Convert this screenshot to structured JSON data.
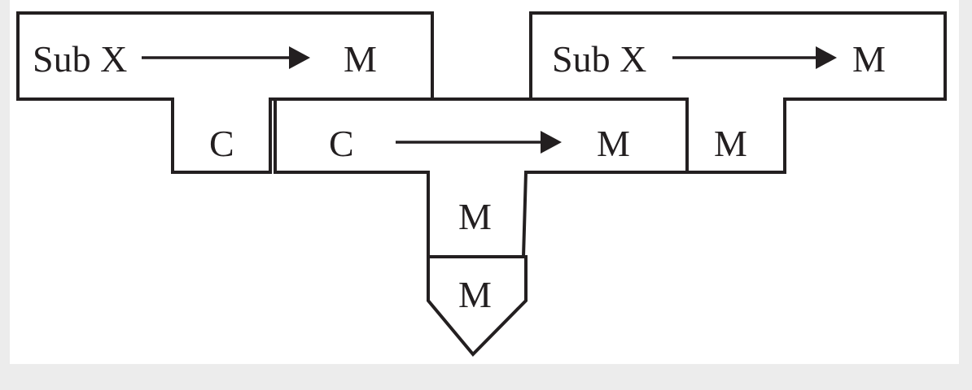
{
  "colors": {
    "background": "#ececec",
    "panel": "#ffffff",
    "ink": "#231f20"
  },
  "left_unit": {
    "label_sub": "Sub X",
    "label_product": "M",
    "label_stem": "C"
  },
  "right_unit": {
    "label_sub": "Sub X",
    "label_product": "M",
    "label_stem": "M"
  },
  "center_unit": {
    "label_sub": "C",
    "label_product": "M",
    "label_stem": "M"
  },
  "pointer_unit": {
    "label": "M"
  }
}
